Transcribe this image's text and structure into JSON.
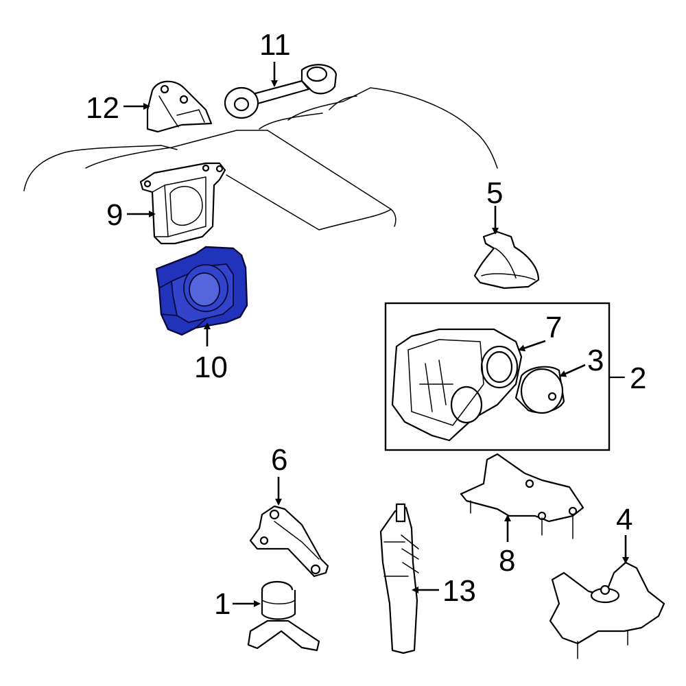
{
  "diagram": {
    "highlight_color": "#2233bb",
    "callouts": {
      "c1": "1",
      "c2": "2",
      "c3": "3",
      "c4": "4",
      "c5": "5",
      "c6": "6",
      "c7": "7",
      "c8": "8",
      "c9": "9",
      "c10": "10",
      "c11": "11",
      "c12": "12",
      "c13": "13"
    }
  }
}
